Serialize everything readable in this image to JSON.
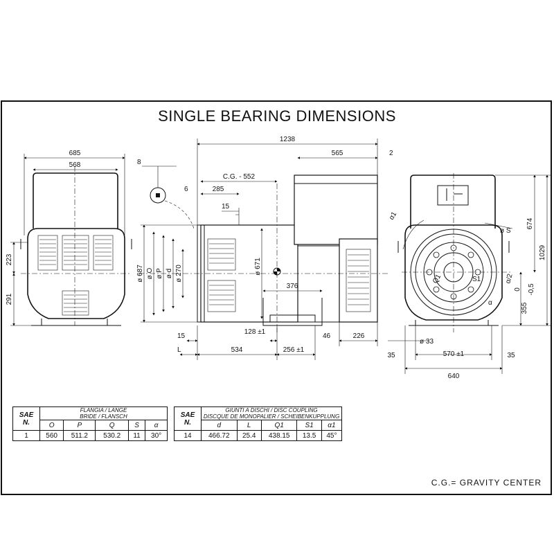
{
  "title": "SINGLE BEARING DIMENSIONS",
  "dimensions": {
    "front_width": "685",
    "front_inner_width": "568",
    "front_h_223": "223",
    "front_h_291": "291",
    "detail_8": "8",
    "len_1238": "1238",
    "len_565": "565",
    "gap_2": "2",
    "cg_label": "C.G. - 552",
    "dim_6": "6",
    "dim_285": "285",
    "dim_15_top": "15",
    "dia_687": "ø 687",
    "dia_o": "ø O",
    "dia_p": "ø P",
    "dia_d": "ø d",
    "dia_270": "ø 270",
    "dia_671": "ø 671",
    "dim_376": "376",
    "dim_128": "128 ±1",
    "dim_15_bot": "15",
    "dim_46": "46",
    "dim_226": "226",
    "dim_l": "L",
    "dim_534": "534",
    "dim_256": "256 ±1",
    "side_674": "674",
    "side_1029": "1029",
    "side_355": "355",
    "side_355_tol_top": "0",
    "side_355_tol_bot": "-0,5",
    "side_alpha1": "α1",
    "side_alpha2": "α/2",
    "side_alpha": "α",
    "side_phi_s": "ø S",
    "side_s1": "S1",
    "side_q1": "Q1",
    "side_33": "ø 33",
    "side_35_left": "35",
    "side_570": "570 ±1",
    "side_35_right": "35",
    "side_640": "640"
  },
  "flange_table": {
    "sae_label": "SAE",
    "n_label": "N.",
    "header_line1": "FLANGIA / LANGE",
    "header_line2": "BRIDE / FLANSCH",
    "columns": [
      "O",
      "P",
      "Q",
      "S",
      "α"
    ],
    "row": {
      "sae": "1",
      "values": [
        "560",
        "511.2",
        "530.2",
        "11",
        "30°"
      ]
    }
  },
  "coupling_table": {
    "sae_label": "SAE",
    "n_label": "N.",
    "header_line1": "GIUNTI A DISCHI / DISC COUPLING",
    "header_line2": "DISCQUE DE MONOPALIER / SCHEIBENKUPPLUNG",
    "columns": [
      "d",
      "L",
      "Q1",
      "S1",
      "α1"
    ],
    "row": {
      "sae": "14",
      "values": [
        "466.72",
        "25.4",
        "438.15",
        "13.5",
        "45°"
      ]
    }
  },
  "note": "C.G.= GRAVITY CENTER"
}
